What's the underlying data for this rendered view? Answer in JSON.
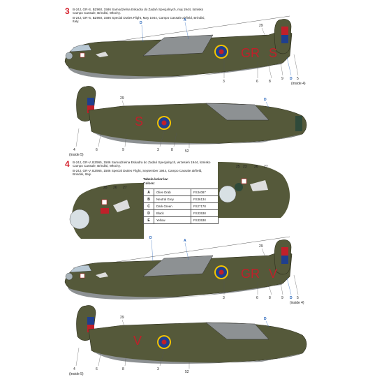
{
  "scheme3": {
    "number": "3",
    "caption_pl": "B-24J, GR-S, BZ960, 1586 Samodzielna Eskadra do Zadań Specjalnych, maj 1944, lotnisko Campo Cassale, Brindisi, Włochy.",
    "caption_en": "B-24J, GR-S, BZ960, 1586 Special Duties Flight, May 1944, Campo Cassale airfield, Brindisi, Italy.",
    "code_letters": "GR",
    "aircraft_letter": "S",
    "serial": "BZ960"
  },
  "scheme4": {
    "number": "4",
    "caption_pl": "B-24J, GR-V, BZ965, 1586 Samodzielna Eskadra do Zadań Specjalnych, wrzesień 1944, lotnisko Campo Cassale, Brindisi, Włochy.",
    "caption_en": "B-24J, GR-V, BZ965, 1586 Special Duties Flight, September 1944, Campo Cassale airfield, Brindisi, Italy.",
    "code_letters": "GR",
    "aircraft_letter": "V",
    "serial": "BZ965"
  },
  "color_table": {
    "title_pl": "Tabela kolorów:",
    "title_en": "Colors:",
    "rows": [
      {
        "letter": "A",
        "name": "Olive Drab",
        "fs": "FS34087",
        "swatch": "#5a5e3a"
      },
      {
        "letter": "B",
        "name": "Neutral Grey",
        "fs": "FS36134",
        "swatch": "#8e9294"
      },
      {
        "letter": "C",
        "name": "Dark Green",
        "fs": "FS27178",
        "swatch": "#3d4a2c"
      },
      {
        "letter": "D",
        "name": "Black",
        "fs": "FS33538",
        "swatch": "#111111"
      },
      {
        "letter": "E",
        "name": "Yellow",
        "fs": "FS33538",
        "swatch": "#f2c400"
      }
    ]
  },
  "callouts": {
    "a": "A",
    "d": "D",
    "n3": "3",
    "n4": "4",
    "n5": "5",
    "n6": "6",
    "n8": "8",
    "n9": "9",
    "n25": "25",
    "n23": "23",
    "n26": "26",
    "n27": "27",
    "n28": "28",
    "n29": "29",
    "n52": "52",
    "inside4": "(inside 4)",
    "inside5": "(inside 5)"
  },
  "colors": {
    "olive": "#55593a",
    "olive_dark": "#474b30",
    "grey_under": "#8d9193",
    "red": "#c0202a",
    "roundel_blue": "#1f3f8e",
    "roundel_yellow": "#f2c400",
    "callout_blue": "#1f5fb8",
    "scheme_red": "#d4202c"
  }
}
